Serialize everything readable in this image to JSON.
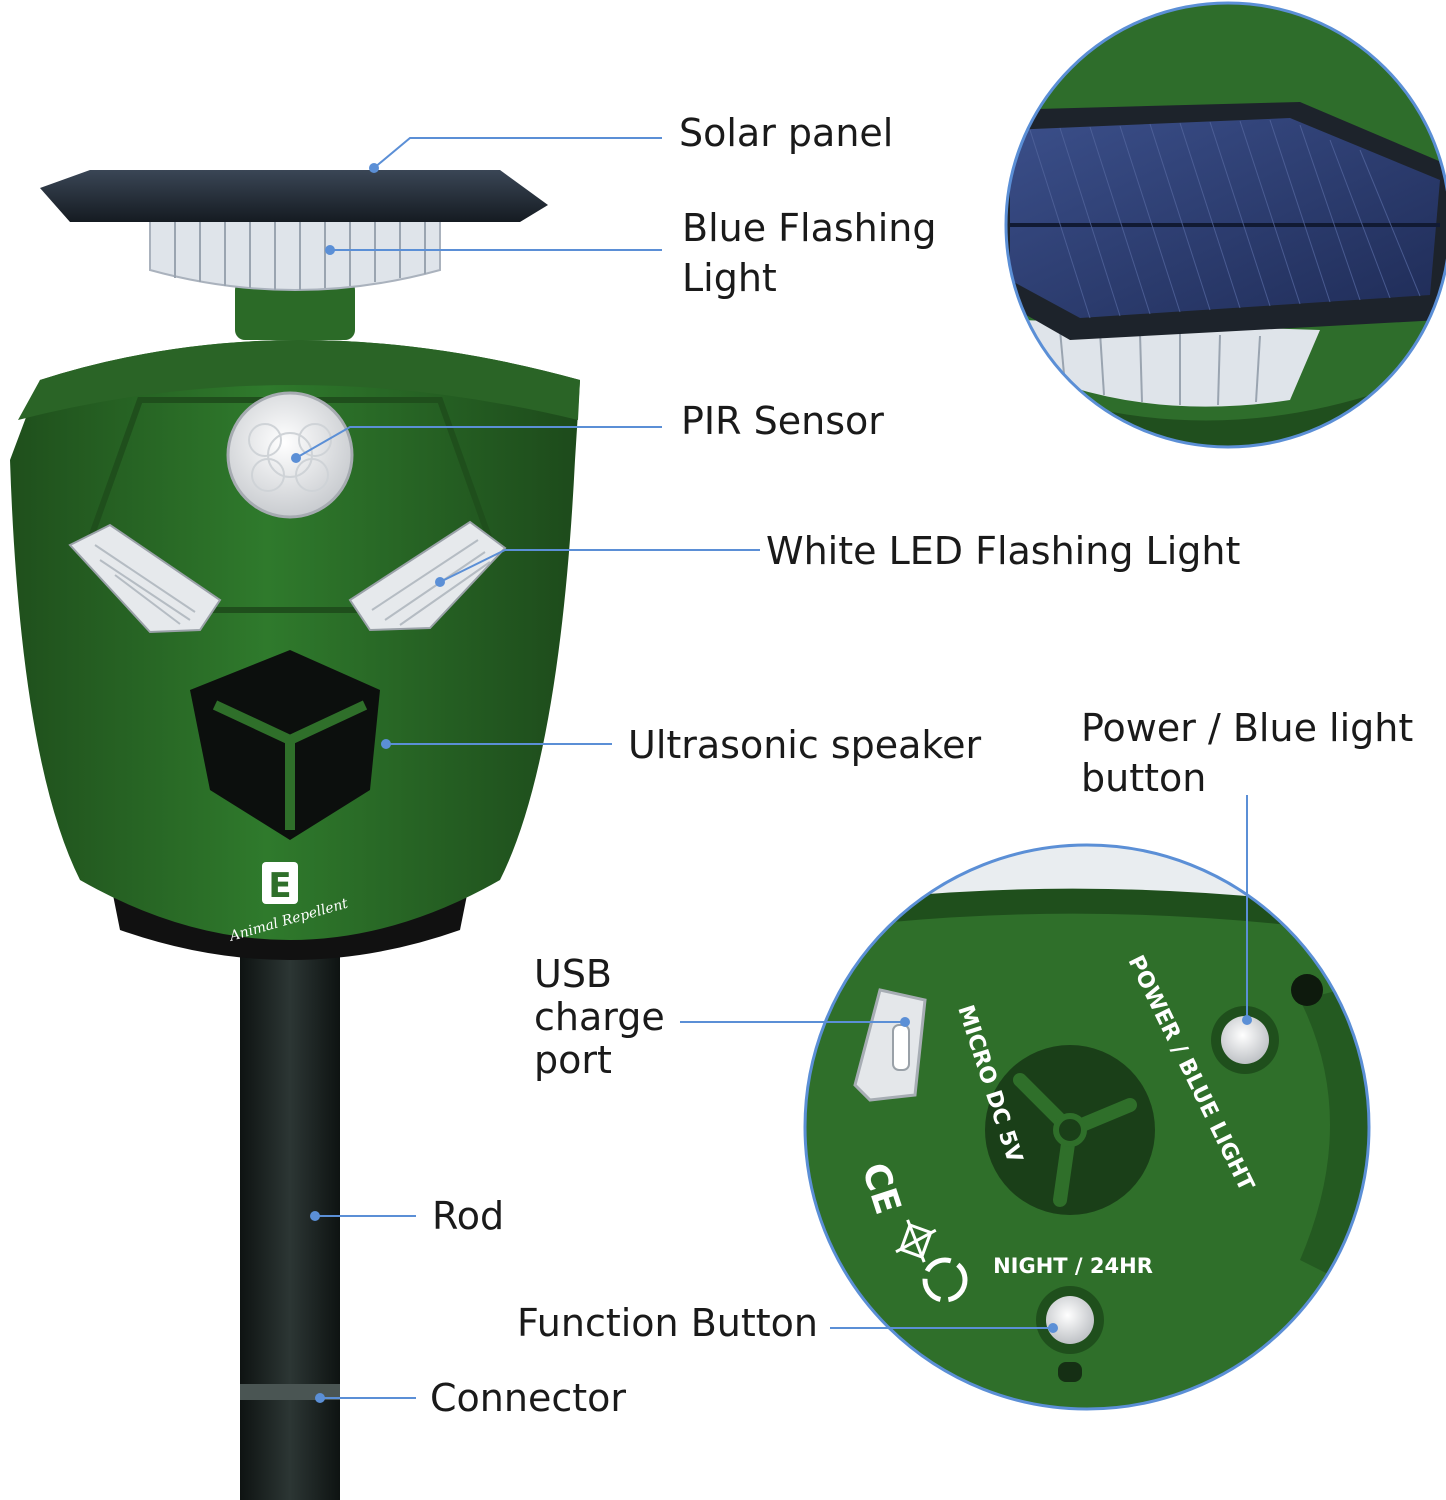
{
  "labels": {
    "solar_panel": "Solar panel",
    "blue_flashing_light": "Blue Flashing\nLight",
    "pir_sensor": "PIR Sensor",
    "white_led": "White LED Flashing Light",
    "ultrasonic_speaker": "Ultrasonic speaker",
    "power_button": "Power / Blue light\nbutton",
    "usb_port": "USB\ncharge\nport",
    "rod": "Rod",
    "function_button": "Function Button",
    "connector": "Connector"
  },
  "device": {
    "logo_text": "Animal Repellent",
    "logo_letter": "E"
  },
  "bottom_view": {
    "micro_dc": "MICRO DC 5V",
    "power_blue": "POWER / BLUE LIGHT",
    "night_24": "NIGHT / 24HR",
    "ce_mark": "CE"
  },
  "colors": {
    "device_green": "#2f6f2a",
    "device_green_dark": "#1f4f1c",
    "leader_line": "#5b8fd6",
    "solar_panel": "#2a3340",
    "rod": "#1d2322",
    "text": "#1a1a1a"
  }
}
